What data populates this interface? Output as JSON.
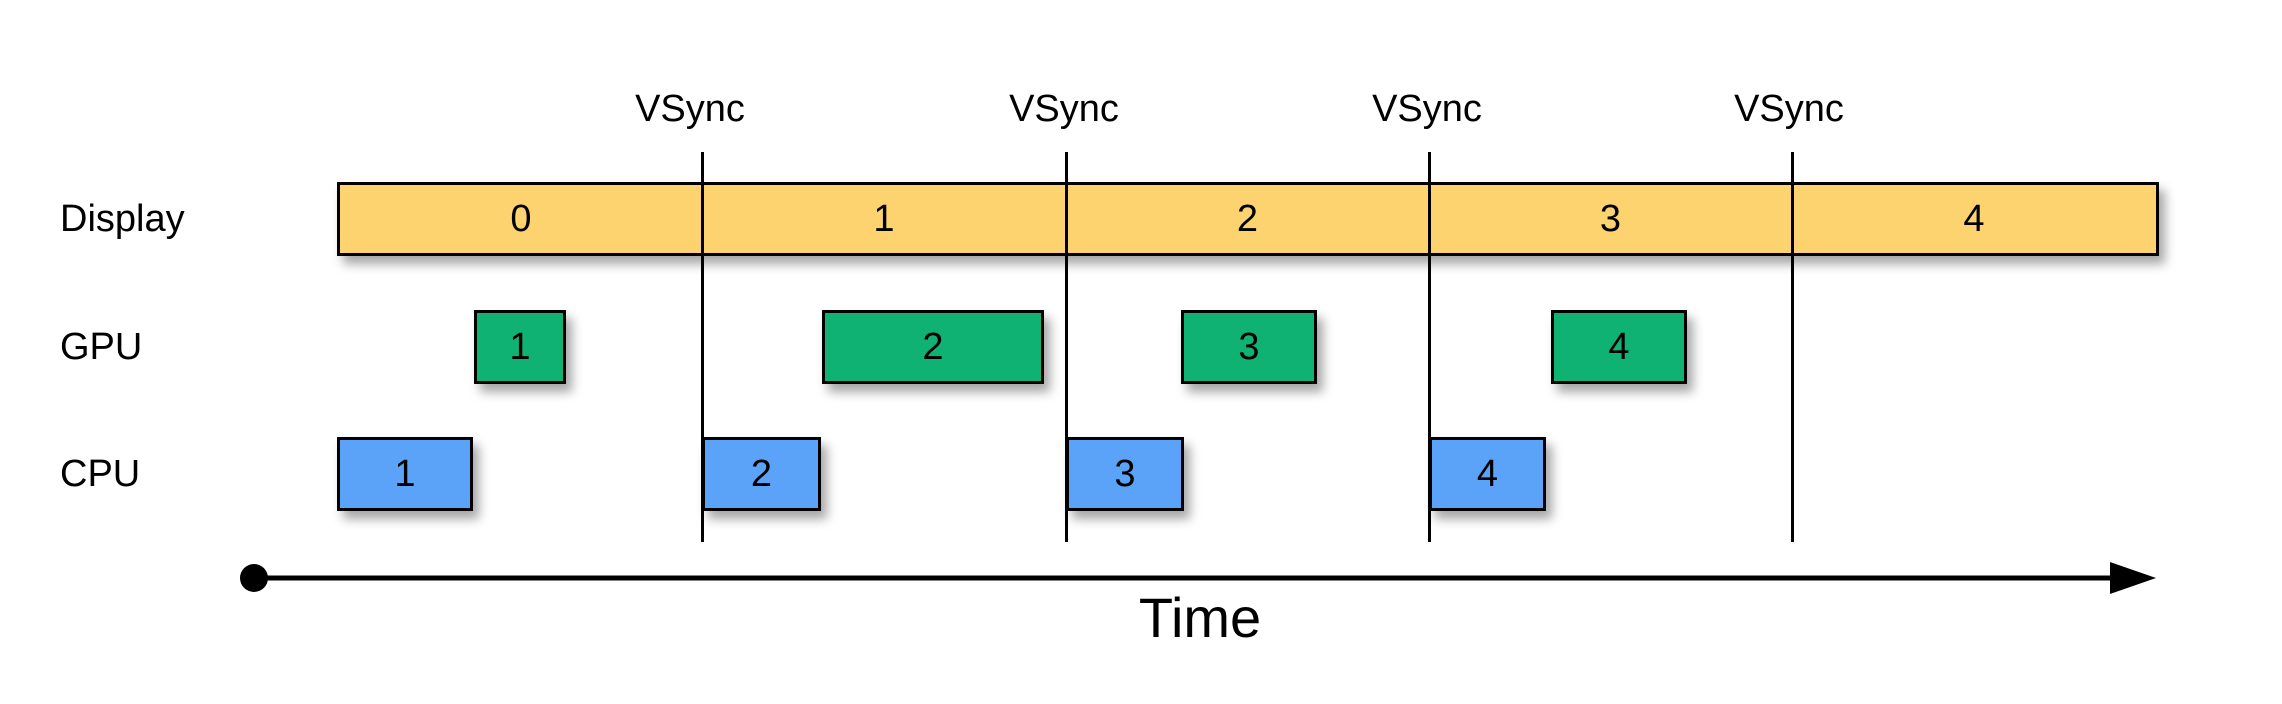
{
  "lanes": {
    "display": "Display",
    "gpu": "GPU",
    "cpu": "CPU"
  },
  "vsync": [
    "VSync",
    "VSync",
    "VSync",
    "VSync"
  ],
  "display_frames": [
    "0",
    "1",
    "2",
    "3",
    "4"
  ],
  "gpu_frames": [
    "1",
    "2",
    "3",
    "4"
  ],
  "cpu_frames": [
    "1",
    "2",
    "3",
    "4"
  ],
  "axis": {
    "label": "Time"
  },
  "colors": {
    "display": "#fcd36f",
    "gpu": "#10b273",
    "cpu": "#5aa3f9"
  }
}
